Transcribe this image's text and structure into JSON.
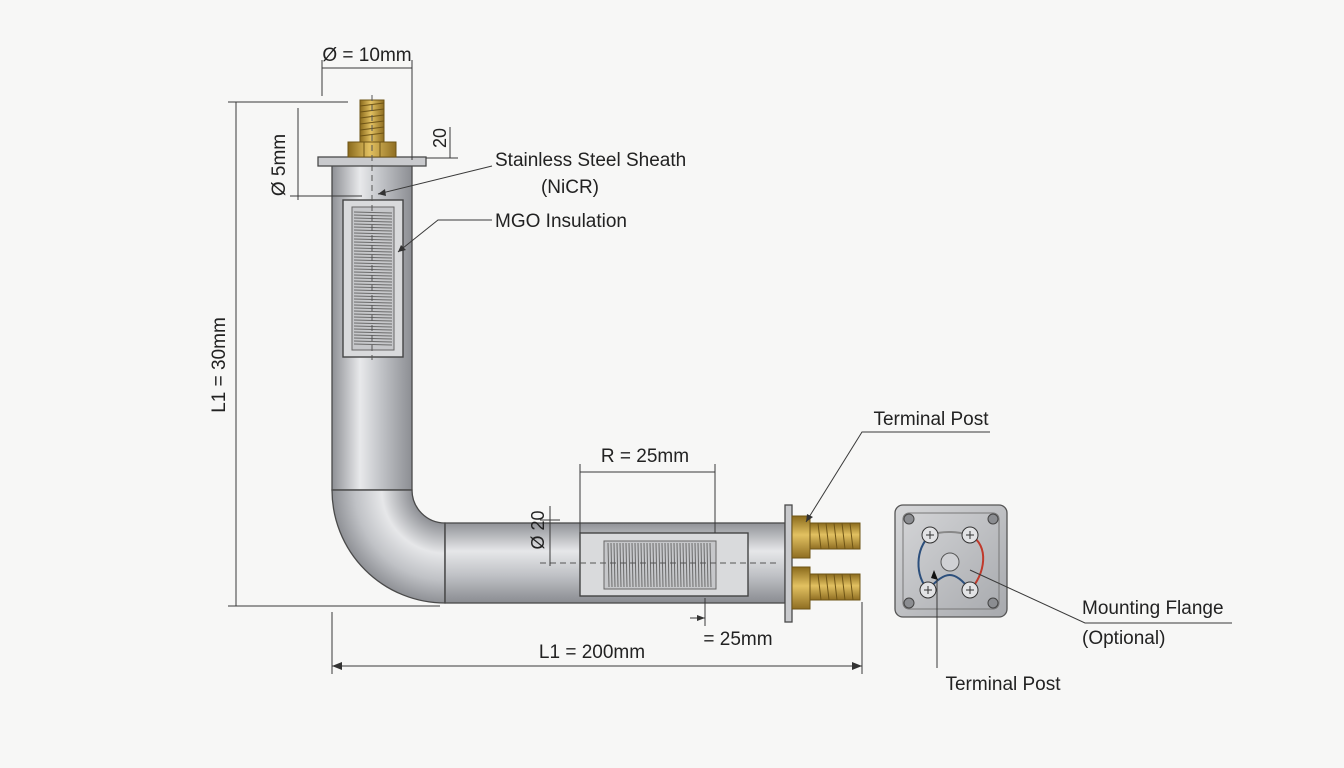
{
  "labels": {
    "outer_diameter": "Ø = 10mm",
    "tip_dimension": "20",
    "inner_diameter": "Ø 5mm",
    "vertical_length": "L1 = 30mm",
    "sheath": "Stainless Steel Sheath",
    "sheath_material": "(NiCR)",
    "insulation": "MGO Insulation",
    "bend_radius": "R = 25mm",
    "horizontal_diameter": "Ø 20",
    "coil_offset": "= 25mm",
    "horizontal_length": "L1 = 200mm",
    "terminal_post_top": "Terminal Post",
    "terminal_post_bottom": "Terminal Post",
    "mounting_flange": "Mounting Flange",
    "mounting_flange_note": "(Optional)"
  },
  "colors": {
    "steel": "#b4b6ba",
    "brass": "#c7a23a",
    "wire_red": "#c0392b",
    "wire_blue": "#2c4f7c"
  }
}
